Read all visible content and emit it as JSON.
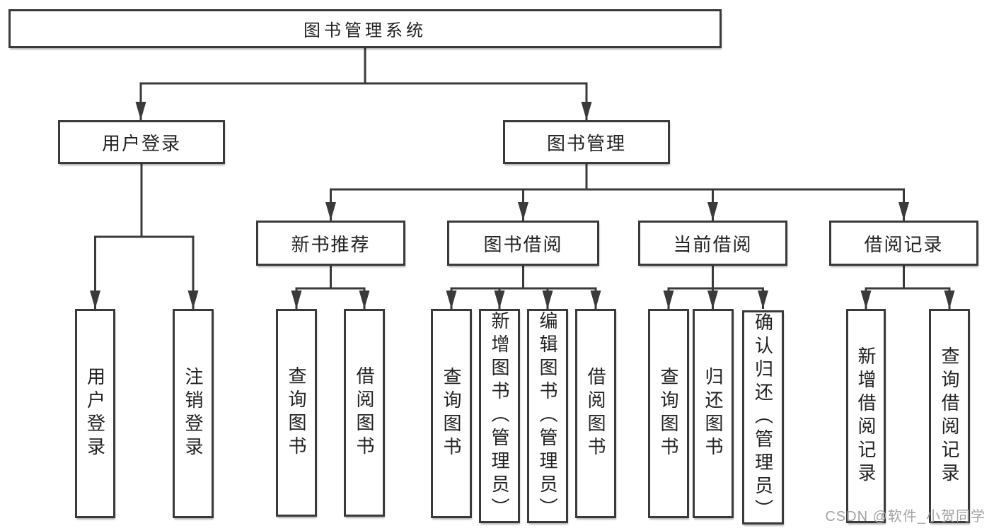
{
  "diagram": {
    "nodes": {
      "root": {
        "label": "图书管理系统"
      },
      "user_login_group": {
        "label": "用户登录"
      },
      "book_management": {
        "label": "图书管理"
      },
      "new_book_recommend": {
        "label": "新书推荐"
      },
      "book_borrowing": {
        "label": "图书借阅"
      },
      "current_borrowing": {
        "label": "当前借阅"
      },
      "borrowing_records": {
        "label": "借阅记录"
      },
      "leaf_user_login": {
        "label": "用户登录"
      },
      "leaf_logout": {
        "label": "注销登录"
      },
      "leaf_query_book_recommend": {
        "label": "查询图书"
      },
      "leaf_borrow_book_recommend": {
        "label": "借阅图书"
      },
      "leaf_query_book_borrowing": {
        "label": "查询图书"
      },
      "leaf_add_book_admin": {
        "label": "新增图书（管理员）"
      },
      "leaf_edit_book_admin": {
        "label": "编辑图书（管理员）"
      },
      "leaf_borrow_book_borrowing": {
        "label": "借阅图书"
      },
      "leaf_query_book_current": {
        "label": "查询图书"
      },
      "leaf_return_book": {
        "label": "归还图书"
      },
      "leaf_confirm_return_admin": {
        "label": "确认归还（管理员）"
      },
      "leaf_add_borrow_record": {
        "label": "新增借阅记录"
      },
      "leaf_query_borrow_record": {
        "label": "查询借阅记录"
      }
    },
    "colors": {
      "line": "#3a3a3a",
      "border": "#3a3a3a",
      "text": "#222222",
      "watermark": "#a3a3a3"
    },
    "watermark": "CSDN @软件_小贺同学"
  }
}
